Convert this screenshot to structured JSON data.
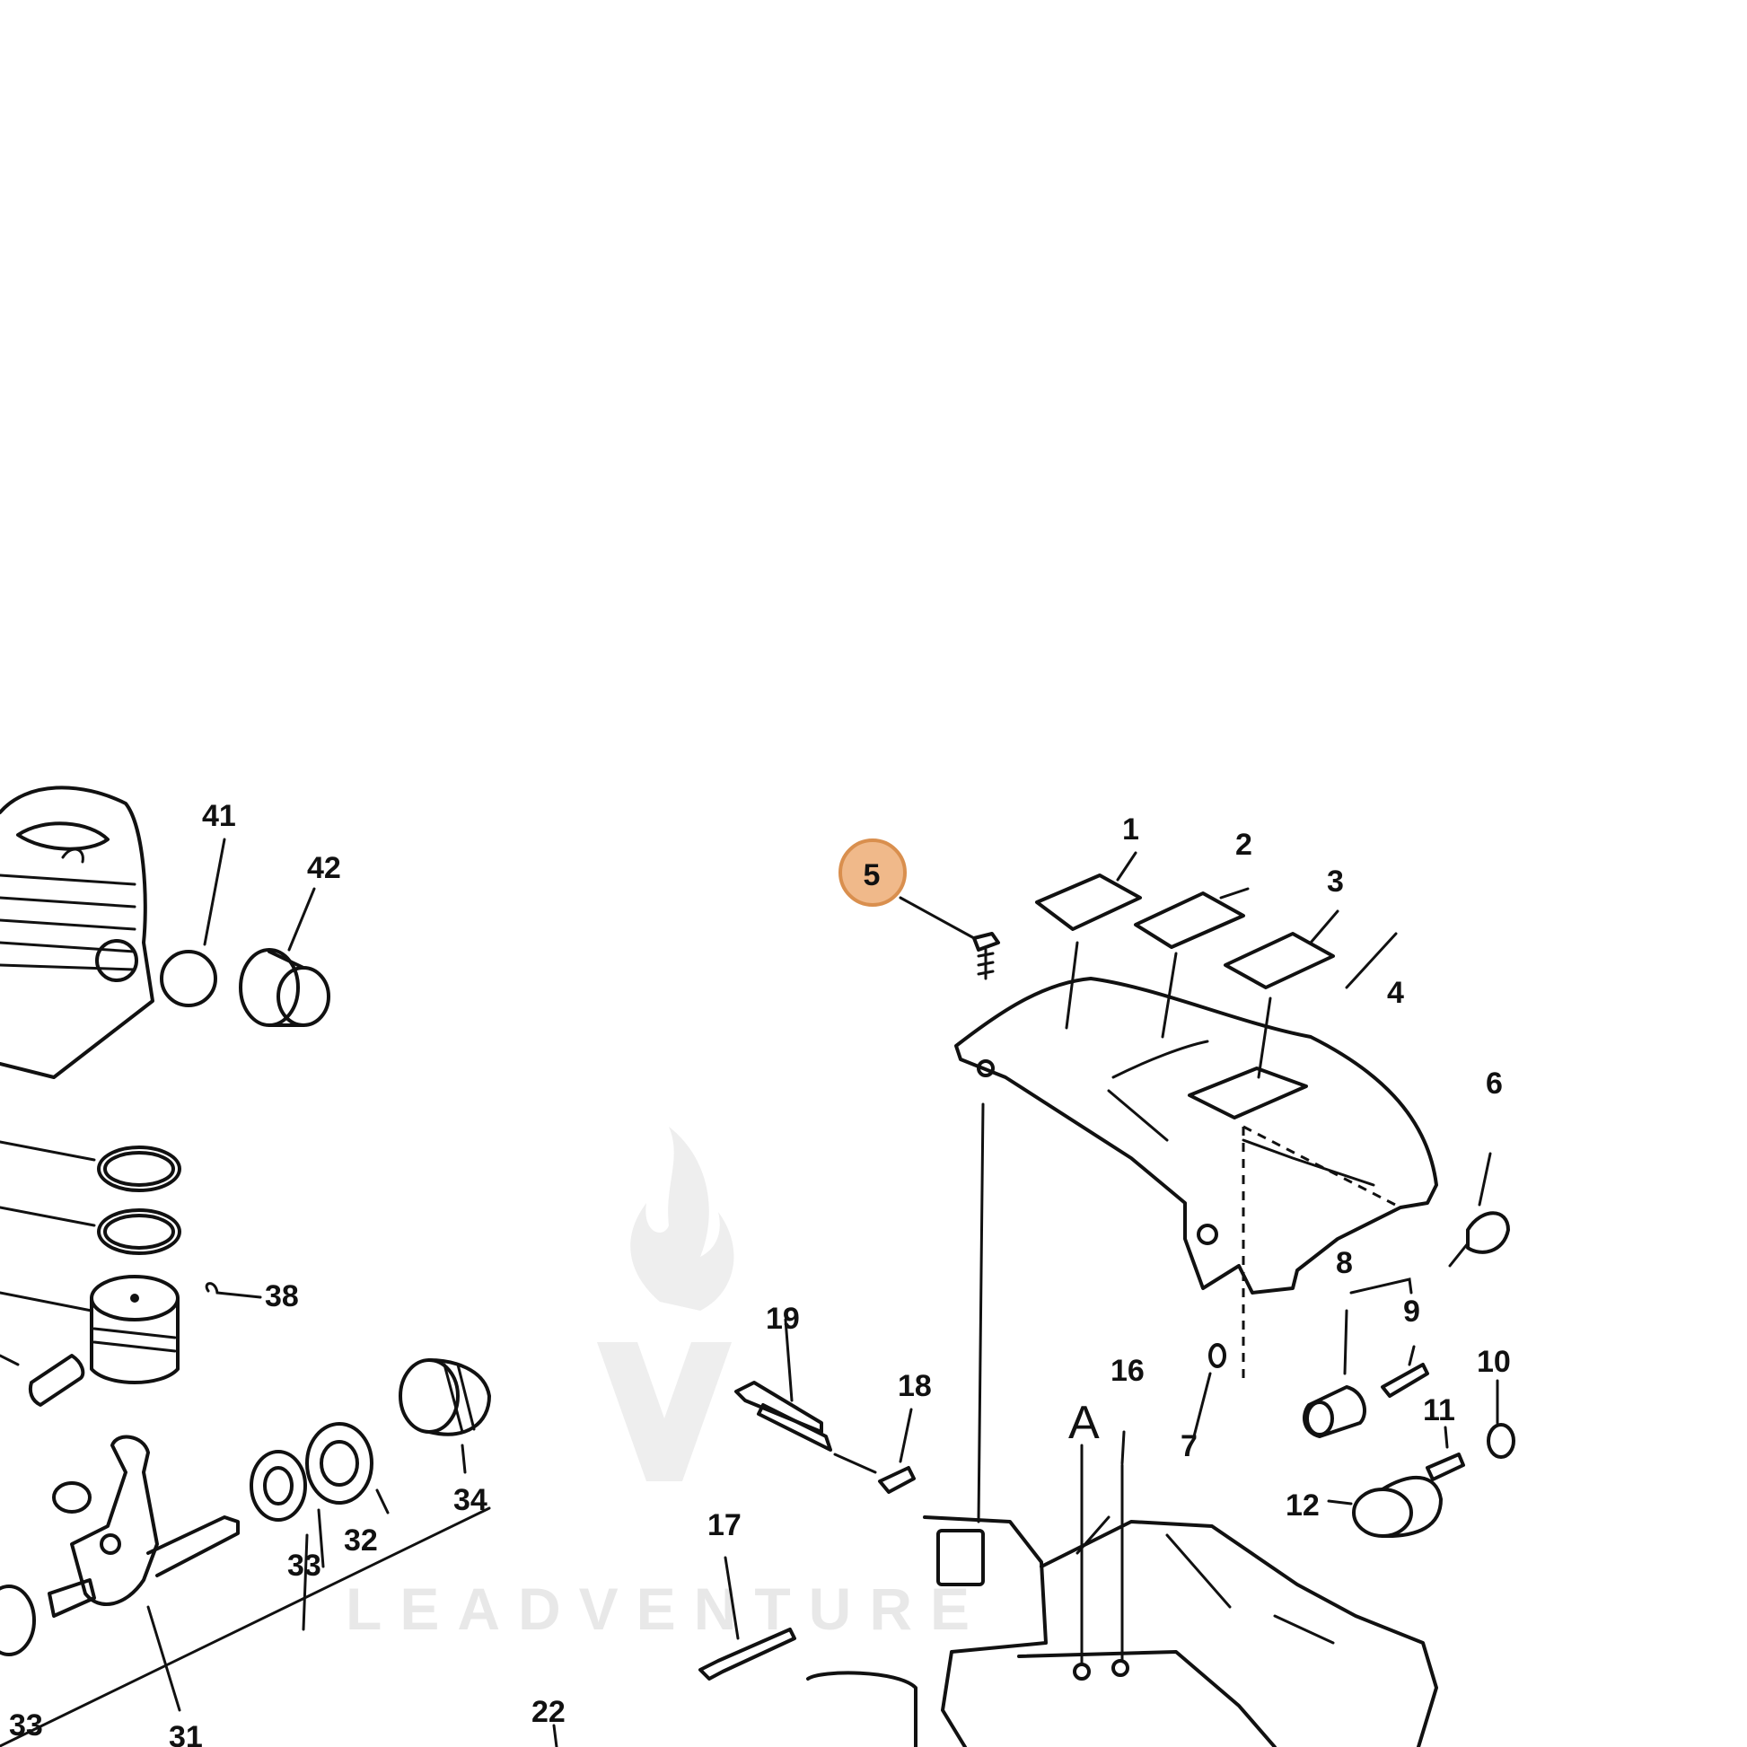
{
  "diagram": {
    "callouts": [
      "1",
      "2",
      "3",
      "4",
      "5",
      "6",
      "7",
      "8",
      "9",
      "10",
      "11",
      "12",
      "16",
      "17",
      "18",
      "19",
      "22",
      "31",
      "32",
      "33",
      "33",
      "34",
      "38",
      "41",
      "42",
      "A"
    ],
    "highlighted_callout": "5",
    "highlight_color": "#f0b98a",
    "watermark": {
      "text": "LEADVENTURE"
    }
  }
}
